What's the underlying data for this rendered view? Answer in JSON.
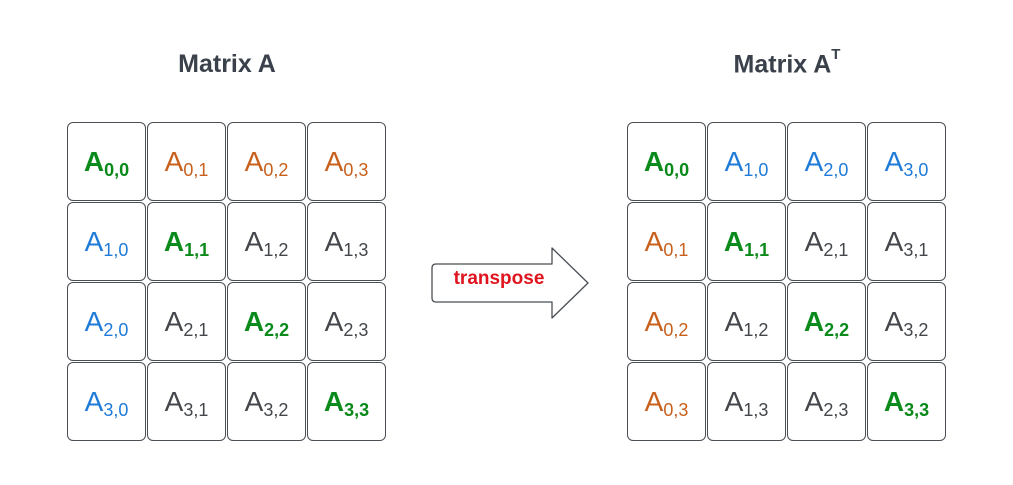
{
  "matrix_a": {
    "title": "Matrix A",
    "cells": [
      [
        {
          "base": "A",
          "sub": "0,0",
          "color": "green"
        },
        {
          "base": "A",
          "sub": "0,1",
          "color": "orange"
        },
        {
          "base": "A",
          "sub": "0,2",
          "color": "orange"
        },
        {
          "base": "A",
          "sub": "0,3",
          "color": "orange"
        }
      ],
      [
        {
          "base": "A",
          "sub": "1,0",
          "color": "blue"
        },
        {
          "base": "A",
          "sub": "1,1",
          "color": "green"
        },
        {
          "base": "A",
          "sub": "1,2",
          "color": "gray"
        },
        {
          "base": "A",
          "sub": "1,3",
          "color": "gray"
        }
      ],
      [
        {
          "base": "A",
          "sub": "2,0",
          "color": "blue"
        },
        {
          "base": "A",
          "sub": "2,1",
          "color": "gray"
        },
        {
          "base": "A",
          "sub": "2,2",
          "color": "green"
        },
        {
          "base": "A",
          "sub": "2,3",
          "color": "gray"
        }
      ],
      [
        {
          "base": "A",
          "sub": "3,0",
          "color": "blue"
        },
        {
          "base": "A",
          "sub": "3,1",
          "color": "gray"
        },
        {
          "base": "A",
          "sub": "3,2",
          "color": "gray"
        },
        {
          "base": "A",
          "sub": "3,3",
          "color": "green"
        }
      ]
    ]
  },
  "matrix_at": {
    "title": "Matrix A",
    "title_sup": "T",
    "cells": [
      [
        {
          "base": "A",
          "sub": "0,0",
          "color": "green"
        },
        {
          "base": "A",
          "sub": "1,0",
          "color": "blue"
        },
        {
          "base": "A",
          "sub": "2,0",
          "color": "blue"
        },
        {
          "base": "A",
          "sub": "3,0",
          "color": "blue"
        }
      ],
      [
        {
          "base": "A",
          "sub": "0,1",
          "color": "orange"
        },
        {
          "base": "A",
          "sub": "1,1",
          "color": "green"
        },
        {
          "base": "A",
          "sub": "2,1",
          "color": "gray"
        },
        {
          "base": "A",
          "sub": "3,1",
          "color": "gray"
        }
      ],
      [
        {
          "base": "A",
          "sub": "0,2",
          "color": "orange"
        },
        {
          "base": "A",
          "sub": "1,2",
          "color": "gray"
        },
        {
          "base": "A",
          "sub": "2,2",
          "color": "green"
        },
        {
          "base": "A",
          "sub": "3,2",
          "color": "gray"
        }
      ],
      [
        {
          "base": "A",
          "sub": "0,3",
          "color": "orange"
        },
        {
          "base": "A",
          "sub": "1,3",
          "color": "gray"
        },
        {
          "base": "A",
          "sub": "2,3",
          "color": "gray"
        },
        {
          "base": "A",
          "sub": "3,3",
          "color": "green"
        }
      ]
    ]
  },
  "arrow": {
    "label": "transpose",
    "icon": "right-arrow-icon"
  },
  "colors": {
    "green": "#0a8a1a",
    "blue": "#1e7ad9",
    "orange": "#c8601c",
    "gray": "#43474c",
    "arrow_label": "#e0141e",
    "title": "#3a414a"
  }
}
